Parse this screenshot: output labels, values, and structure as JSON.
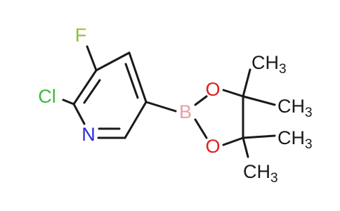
{
  "molecule": {
    "atoms": {
      "F": "F",
      "Cl": "Cl",
      "N": "N",
      "B": "B",
      "O1": "O",
      "O2": "O"
    },
    "methyls": [
      {
        "main": "CH",
        "sub": "3"
      },
      {
        "main": "CH",
        "sub": "3"
      },
      {
        "main": "CH",
        "sub": "3"
      },
      {
        "main": "CH",
        "sub": "3"
      }
    ]
  },
  "colors": {
    "bond": "#1a1a1a",
    "carbon_text": "#1a1a1a",
    "fluorine": "#8fbf3a",
    "chlorine": "#3fb83f",
    "nitrogen": "#2b2bd6",
    "boron": "#e8a0a0",
    "oxygen": "#e01e1e"
  }
}
